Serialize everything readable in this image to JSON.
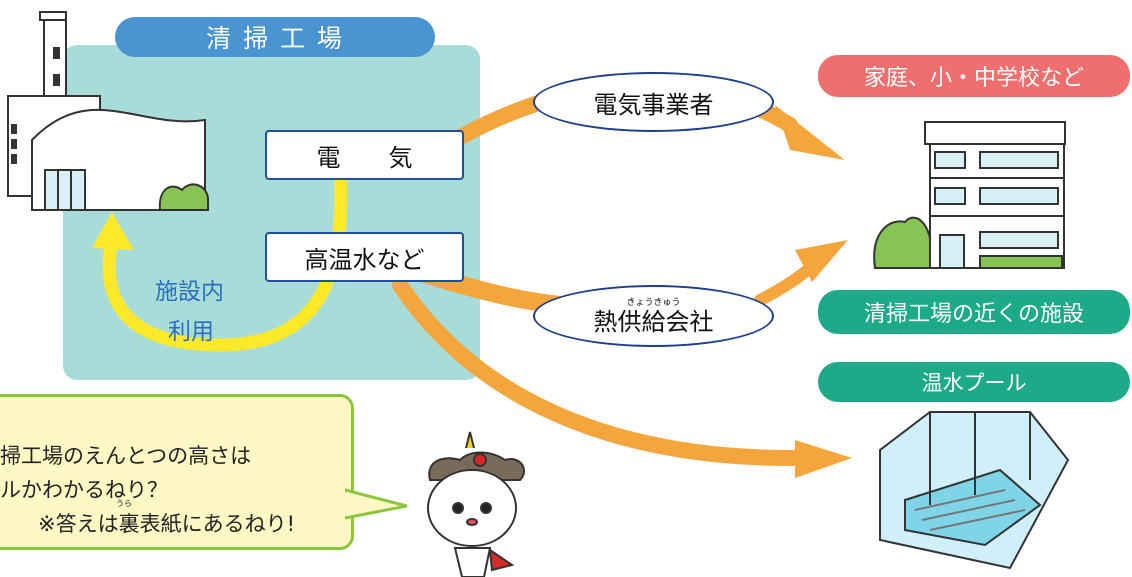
{
  "plant": {
    "title": "清 掃 工 場",
    "electricity": "電　　気",
    "hot_water": "高温水など",
    "internal_use_line1": "施設内",
    "internal_use_line2": "利用"
  },
  "routes": {
    "electric_company": "電気事業者",
    "heat_supply_ruby": "きょうきゅう",
    "heat_supply": "熱供給会社"
  },
  "destinations": {
    "homes_schools": "家庭、小・中学校など",
    "nearby_facilities": "清掃工場の近くの施設",
    "heated_pool": "温水プール"
  },
  "speech": {
    "line1": "掃工場のえんとつの高さは",
    "line2": "ルかわかるねり？",
    "ruby": "うら",
    "line3": "※答えは裏表紙にあるねり!"
  },
  "colors": {
    "plant_bg": "#a8dcd8",
    "plant_title": "#4a94d2",
    "homes_label": "#ee6f6e",
    "facility_label": "#1daa88",
    "orange_arrow": "#f4a53c",
    "yellow_arrow": "#fbe92a",
    "speech_bg": "#fdf8c4",
    "speech_border": "#8cc63f"
  }
}
